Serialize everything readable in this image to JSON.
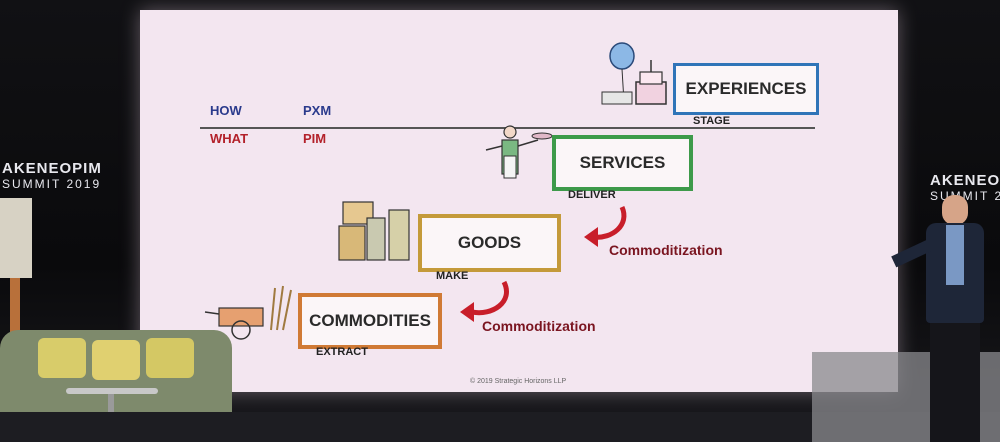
{
  "event_logo": {
    "line1": "AKENEOPIM",
    "line2": "SUMMIT 2019"
  },
  "slide": {
    "how_label": "HOW",
    "pxm_label": "PXM",
    "what_label": "WHAT",
    "pim_label": "PIM",
    "stages": [
      {
        "label": "EXPERIENCES",
        "sub": "STAGE"
      },
      {
        "label": "SERVICES",
        "sub": "DELIVER"
      },
      {
        "label": "GOODS",
        "sub": "MAKE"
      },
      {
        "label": "COMMODITIES",
        "sub": "EXTRACT"
      }
    ],
    "arrow_labels": [
      "Commoditization",
      "Commoditization"
    ],
    "copyright": "© 2019 Strategic Horizons LLP"
  },
  "colors": {
    "experiences_border": "#2f74b8",
    "services_border": "#3d9a4a",
    "goods_border": "#c49a3a",
    "commodities_border": "#d07a35",
    "arrow": "#c81e2a"
  }
}
